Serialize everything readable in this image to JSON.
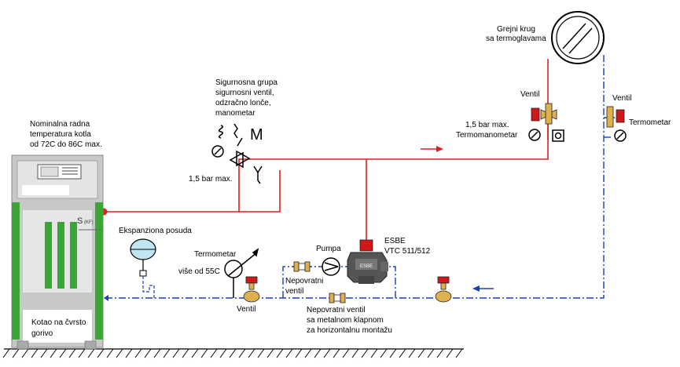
{
  "labels": {
    "boiler_note": [
      "Nominalna radna",
      "temperatura kotla",
      "od 72C do 86C max."
    ],
    "safety_group": [
      "Sigurnosna grupa",
      "sigurnosni ventil,",
      "odzračno lonče,",
      "manometar"
    ],
    "pressure_left": "1,5 bar max.",
    "heating_circuit": [
      "Grejni krug",
      "sa termoglavama"
    ],
    "valve_top_left": "Ventil",
    "valve_top_right": "Ventil",
    "termomanometar": [
      "1,5 bar max.",
      "Termomanometar"
    ],
    "termometar_right": "Termometar",
    "sensor": "S",
    "sensor_sub": "(KF)",
    "expansion": "Ekspanziona posuda",
    "termometar_left": "Termometar",
    "termometar_left_sub": "više od 55C",
    "valve_bottom": "Ventil",
    "pump": "Pumpa",
    "nonreturn_top": [
      "Nepovratni",
      "ventil"
    ],
    "esbe": [
      "ESBE",
      "VTC 511/512"
    ],
    "nonreturn_bottom": [
      "Nepovratni ventil",
      "sa metalnom klapnom",
      "za horizontalnu montažu"
    ],
    "boiler_name": [
      "Kotao na čvrsto",
      "gorivo"
    ]
  },
  "colors": {
    "supply": "#e02020",
    "return": "#1a3fbf",
    "boiler_green": "#3aa635",
    "boiler_gray": "#c8c8c8"
  }
}
